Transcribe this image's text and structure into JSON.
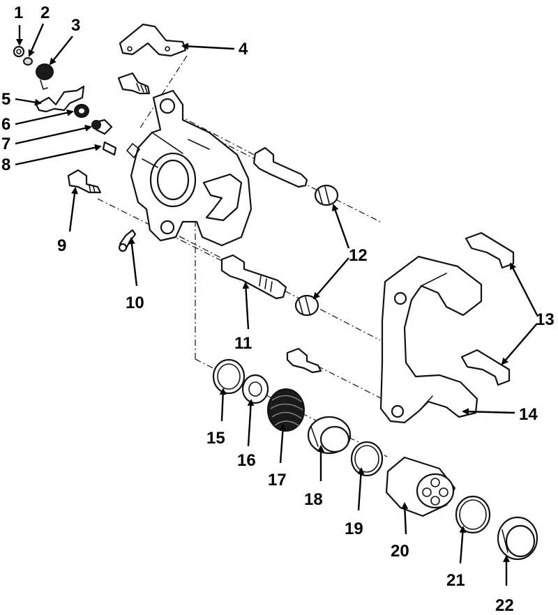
{
  "callouts": [
    {
      "id": "c1",
      "label": "1"
    },
    {
      "id": "c2",
      "label": "2"
    },
    {
      "id": "c3",
      "label": "3"
    },
    {
      "id": "c4",
      "label": "4"
    },
    {
      "id": "c5",
      "label": "5"
    },
    {
      "id": "c6",
      "label": "6"
    },
    {
      "id": "c7",
      "label": "7"
    },
    {
      "id": "c8",
      "label": "8"
    },
    {
      "id": "c9",
      "label": "9"
    },
    {
      "id": "c10",
      "label": "10"
    },
    {
      "id": "c11",
      "label": "11"
    },
    {
      "id": "c12",
      "label": "12"
    },
    {
      "id": "c13",
      "label": "13"
    },
    {
      "id": "c14",
      "label": "14"
    },
    {
      "id": "c15",
      "label": "15"
    },
    {
      "id": "c16",
      "label": "16"
    },
    {
      "id": "c17",
      "label": "17"
    },
    {
      "id": "c18",
      "label": "18"
    },
    {
      "id": "c19",
      "label": "19"
    },
    {
      "id": "c20",
      "label": "20"
    },
    {
      "id": "c21",
      "label": "21"
    },
    {
      "id": "c22",
      "label": "22"
    }
  ],
  "colors": {
    "line": "#111111",
    "background": "#ffffff"
  }
}
